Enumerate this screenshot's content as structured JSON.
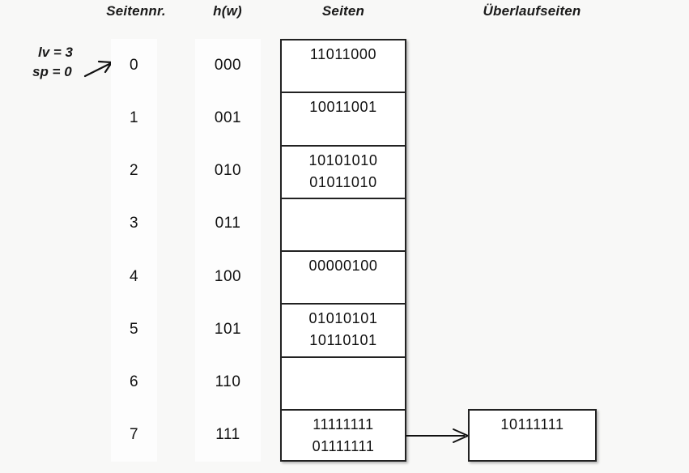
{
  "headers": {
    "seitennr": "Seitennr.",
    "hw": "h(w)",
    "seiten": "Seiten",
    "ueberlaufseiten": "Überlaufseiten"
  },
  "annotations": {
    "lv": "lv = 3",
    "sp": "sp = 0",
    "pointer_icon": "arrow-up-right-icon"
  },
  "rows": [
    {
      "seitennr": "0",
      "hw": "000",
      "lines": [
        "11011000"
      ]
    },
    {
      "seitennr": "1",
      "hw": "001",
      "lines": [
        "10011001"
      ]
    },
    {
      "seitennr": "2",
      "hw": "010",
      "lines": [
        "10101010",
        "01011010"
      ]
    },
    {
      "seitennr": "3",
      "hw": "011",
      "lines": []
    },
    {
      "seitennr": "4",
      "hw": "100",
      "lines": [
        "00000100"
      ]
    },
    {
      "seitennr": "5",
      "hw": "101",
      "lines": [
        "01010101",
        "10110101"
      ]
    },
    {
      "seitennr": "6",
      "hw": "110",
      "lines": []
    },
    {
      "seitennr": "7",
      "hw": "111",
      "lines": [
        "11111111",
        "01111111"
      ]
    }
  ],
  "overflow": {
    "attached_to_row": "7",
    "lines": [
      "10111111"
    ],
    "connector_icon": "arrow-right-icon"
  },
  "colors": {
    "background": "#f8f8f7",
    "band": "#fdfdfd",
    "box_fill": "#ffffff",
    "box_border": "#222222",
    "text": "#111111"
  }
}
